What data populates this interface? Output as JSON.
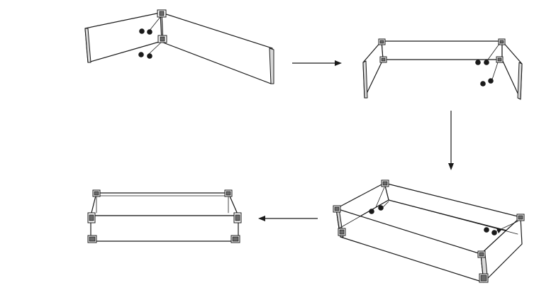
{
  "diagram": {
    "steps": [
      {
        "id": 1,
        "parts": "two-panels-corner-joined"
      },
      {
        "id": 2,
        "parts": "three-panels-u-shape"
      },
      {
        "id": 3,
        "parts": "four-panels-closed-frame-tilted"
      },
      {
        "id": 4,
        "parts": "four-panels-closed-frame-finished"
      }
    ],
    "arrows": [
      "step1-to-step2",
      "step2-to-step3",
      "step3-to-step4"
    ],
    "colors": {
      "line": "#1a1a1a",
      "background": "#ffffff"
    }
  }
}
